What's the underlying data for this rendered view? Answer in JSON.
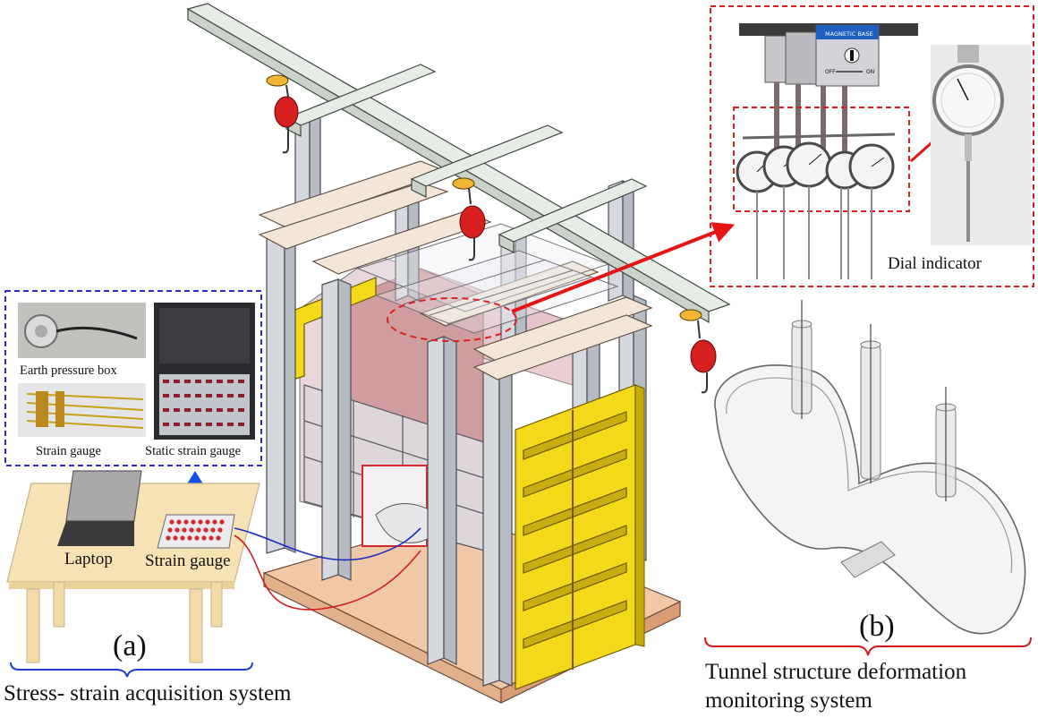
{
  "labels": {
    "earth_pressure_box": "Earth pressure box",
    "strain_gauge_photo": "Strain gauge",
    "static_strain_gauge": "Static strain gauge",
    "laptop": "Laptop",
    "strain_gauge_device": "Strain gauge",
    "panel_a": "(a)",
    "system_a": "Stress- strain acquisition system",
    "dial_indicator": "Dial indicator",
    "panel_b": "(b)",
    "system_b_line1": "Tunnel structure deformation",
    "system_b_line2": "monitoring system",
    "magnetic_base": "MAGNETIC BASE",
    "switch_off": "OFF",
    "switch_on": "ON"
  },
  "colors": {
    "blue_dash": "#2a2ad0",
    "red_dash": "#e02020",
    "blue_arrow": "#1450e6",
    "red_arrow": "#e81414",
    "bracket_blue": "#1f3bd6",
    "bracket_red": "#d21a1a",
    "table": "#f7e2b4",
    "frame_yellow": "#f4d81a"
  }
}
